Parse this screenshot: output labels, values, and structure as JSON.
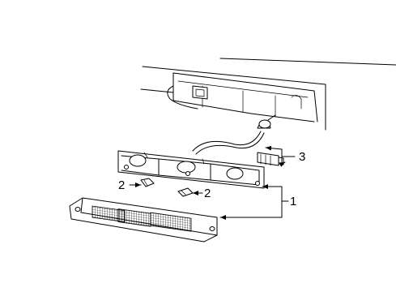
{
  "callouts": {
    "housing": "1",
    "bulb_left": "2",
    "bulb_right": "2",
    "socket": "3"
  }
}
